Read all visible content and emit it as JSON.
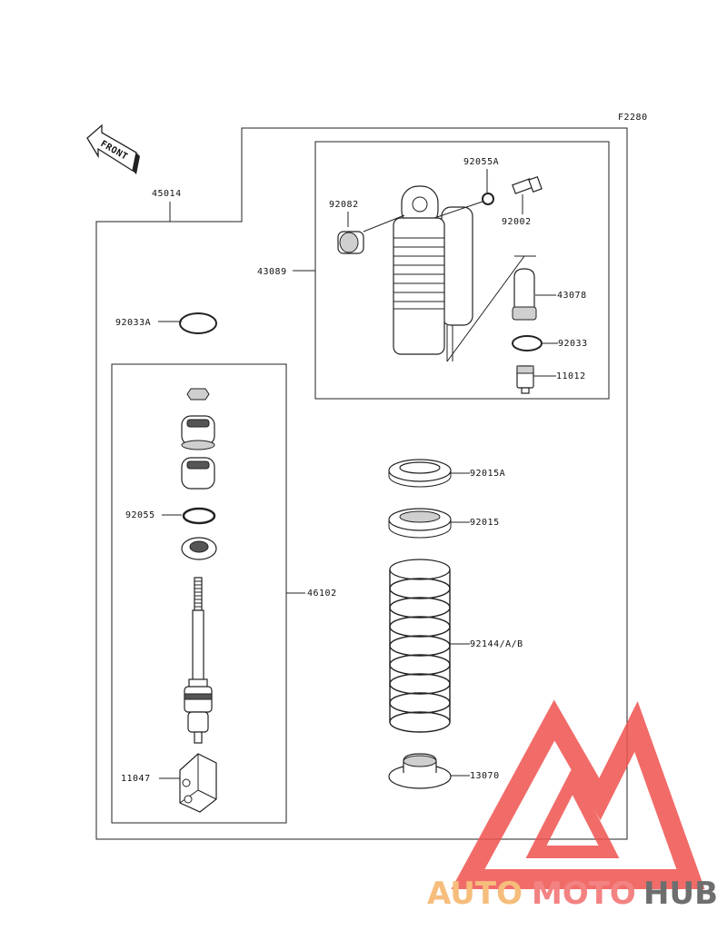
{
  "diagram_code": "F2280",
  "front_label": "FRONT",
  "parts": {
    "assembly": "45014",
    "shock_unit": "43089",
    "damper_kit": "46102",
    "collar": "92082",
    "o_ring_upper": "92055A",
    "bolt": "92002",
    "cap": "43078",
    "circlip_small": "92033",
    "valve": "11012",
    "circlip_large": "92033A",
    "o_ring": "92055",
    "bracket": "11047",
    "nut_a": "92015A",
    "nut": "92015",
    "spring": "92144/A/B",
    "spring_seat": "13070"
  },
  "watermark": {
    "text_part1": "AUTO",
    "text_part2": "MOTO",
    "text_part3": "HUB",
    "color1": "#f5b266",
    "color2": "#f26d6d",
    "color3": "#555555",
    "triangle_color": "#ef5350"
  }
}
